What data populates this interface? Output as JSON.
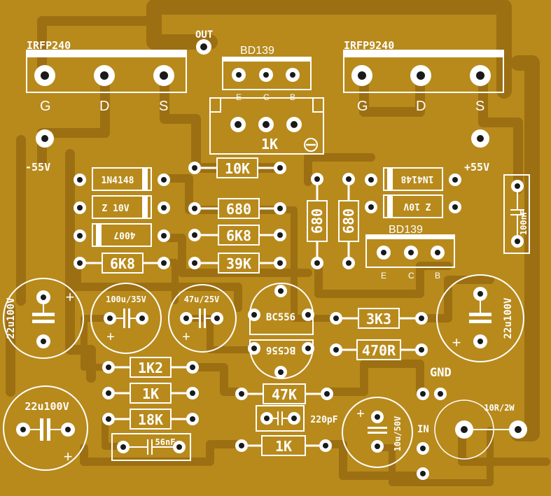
{
  "board": {
    "colors": {
      "substrate": "#b88a1c",
      "trace": "#9c6f12",
      "silk": "#ffffff",
      "pad": "#ffffff",
      "hole": "#1a1a1a"
    }
  },
  "transistors": {
    "q_n": {
      "name": "IRFP240",
      "pins": [
        "G",
        "D",
        "S"
      ]
    },
    "q_p": {
      "name": "IRFP9240",
      "pins": [
        "G",
        "D",
        "S"
      ]
    },
    "bd_top": {
      "name": "BD139",
      "pins": [
        "E",
        "C",
        "B"
      ]
    },
    "bd_right": {
      "name": "BD139",
      "pins": [
        "E",
        "C",
        "B"
      ]
    },
    "bc_top": "BC556",
    "bc_bottom": "BC556"
  },
  "terminals": {
    "out": "OUT",
    "neg_supply": "-55V",
    "pos_supply": "+55V",
    "gnd": "GND",
    "in": "IN"
  },
  "trimmer": "1K",
  "resistors": {
    "r_10k": "10K",
    "r_680_h": "680",
    "r_6k8_mid": "6K8",
    "r_6k8_left": "6K8",
    "r_39k": "39K",
    "r_680_v1": "680",
    "r_680_v2": "680",
    "r_3k3": "3K3",
    "r_470r": "470R",
    "r_1k2": "1K2",
    "r_1k_a": "1K",
    "r_18k": "18K",
    "r_47k": "47K",
    "r_1k_b": "1K",
    "r_power": "10R/2W"
  },
  "diodes": {
    "d_left_1": "1N4148",
    "d_left_2": "Z 10V",
    "d_left_3": "4007",
    "d_right_1": "1N4148",
    "d_right_2": "Z 10V"
  },
  "capacitors": {
    "c_left_top": "22u100V",
    "c_100u35": "100u/35V",
    "c_47u25": "47u/25V",
    "c_right": "22u100V",
    "c_left_bottom": "22u100V",
    "c_10u50": "10u/50V",
    "c_100nf": "100nF",
    "c_56nf": "56nF",
    "c_220pf": "220pF",
    "plus": "+"
  }
}
